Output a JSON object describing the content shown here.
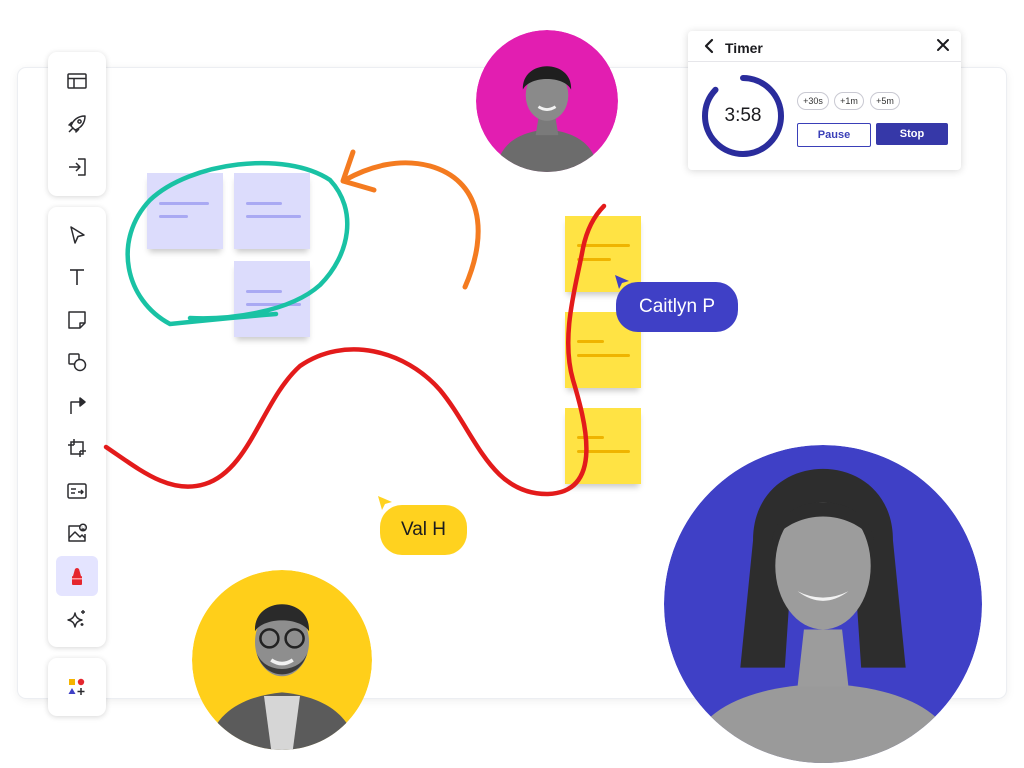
{
  "colors": {
    "accent": "#3f40c6",
    "green_ink": "#19c2a4",
    "orange_ink": "#f47b20",
    "red_ink": "#e31b1b",
    "sticky_purple": "#dcdcfc",
    "sticky_yellow": "#ffe344",
    "avatar_magenta": "#e21eb1",
    "avatar_yellow": "#ffcf1a",
    "avatar_blue": "#3f40c6"
  },
  "toolbar": {
    "top_tools": [
      "layout-icon",
      "rocket-icon",
      "sign-in-icon"
    ],
    "main_tools": [
      "select-arrow-icon",
      "text-icon",
      "sticky-note-icon",
      "shapes-icon",
      "connector-icon",
      "frame-icon",
      "card-icon",
      "image-icon",
      "marker-icon",
      "sparkle-icon"
    ],
    "active_tool": "marker-icon",
    "bottom_tools": [
      "more-apps-icon"
    ]
  },
  "cursors": {
    "caitlyn": {
      "label": "Caitlyn P",
      "color": "#3f40c6"
    },
    "val": {
      "label": "Val H",
      "color": "#ffd21f"
    }
  },
  "timer": {
    "title": "Timer",
    "time": "3:58",
    "progress": 0.87,
    "add_buttons": [
      "+30s",
      "+1m",
      "+5m"
    ],
    "pause_label": "Pause",
    "stop_label": "Stop"
  }
}
